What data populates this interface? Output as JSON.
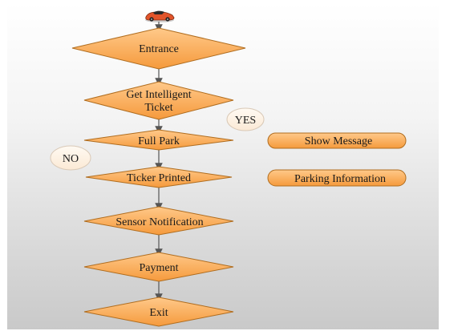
{
  "flowchart": {
    "car_icon": "sports-car-icon",
    "steps": [
      {
        "id": "entrance",
        "lines": [
          "Entrance"
        ]
      },
      {
        "id": "get-intelligent-ticket",
        "lines": [
          "Get Intelligent",
          "Ticket"
        ]
      },
      {
        "id": "full-park",
        "lines": [
          "Full Park"
        ]
      },
      {
        "id": "ticker-printed",
        "lines": [
          "Ticker Printed"
        ]
      },
      {
        "id": "sensor-notification",
        "lines": [
          "Sensor Notification"
        ]
      },
      {
        "id": "payment",
        "lines": [
          "Payment"
        ]
      },
      {
        "id": "exit",
        "lines": [
          "Exit"
        ]
      }
    ],
    "decisions": {
      "yes_label": "YES",
      "no_label": "NO"
    },
    "side_panels": [
      {
        "id": "show-message",
        "label": "Show Message"
      },
      {
        "id": "parking-information",
        "label": "Parking Information"
      }
    ]
  },
  "colors": {
    "shape_fill_top": "#ffc98a",
    "shape_fill_bottom": "#f59a3c",
    "shape_stroke": "#b06d1f",
    "label_fill": "#fff6ec",
    "label_stroke": "#d9c9b7",
    "arrow": "#555555"
  }
}
